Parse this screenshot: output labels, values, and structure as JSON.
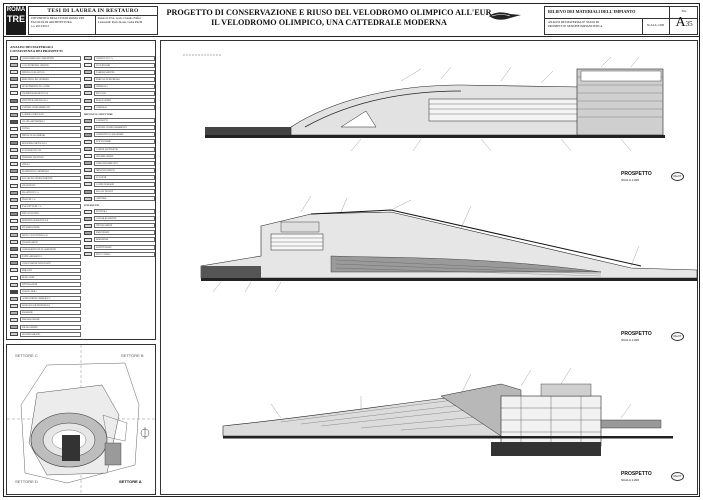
{
  "header": {
    "logo_top": "ROMA",
    "logo_bottom": "TRE",
    "thesis_label": "TESI DI LAUREA IN RESTAURO",
    "university_lines": [
      "UNIVERSITÀ DEGLI STUDI ROMA TRE",
      "FACOLTÀ DI ARCHITETTURA",
      "a.a. 2013/2014"
    ],
    "credits_lines": [
      "Relatori: Prof. Arch. Claudio Faffer",
      "Laureandi: Paolo Rossi, Luisa Pirelli"
    ],
    "title_line1": "PROGETTO DI CONSERVAZIONE E RIUSO DEL VELODROMO OLIMPICO ALL'EUR",
    "title_line2": "IL VELODROMO OLIMPICO, UNA CATTEDRALE MODERNA",
    "sheet_heading": "RILIEVO DEI MATERIALI DELL'IMPIANTO",
    "sheet_sub_lines": [
      "ANALISI DEI MATERIALI E STATO DI",
      "PROSPETTI E SEZIONE IMPIANTISTICA"
    ],
    "scale": "SCALA 1:200",
    "tav_label": "Tav.",
    "tav_letter": "A",
    "tav_number": "35"
  },
  "legend": {
    "heading_lines": [
      "ANALISI DEI MATERIALI",
      "CONSISTENZA DEI PROSPETTI"
    ],
    "col1": [
      {
        "t": "CONGLOMERATO CEMENTIZIO",
        "c": "#d8d8d8"
      },
      {
        "t": "CALCESTRUZZO ARMATO",
        "c": "#bcbcbc"
      },
      {
        "t": "INTONACO PLASTICO",
        "c": "#e9e9e9"
      },
      {
        "t": "MURATURA IN LATERIZIO",
        "c": "#9a9a9a"
      },
      {
        "t": "RIVESTIMENTO IN LASTRE",
        "c": "#cfcfcf"
      },
      {
        "t": "PAVIMENTAZIONE IN CLS",
        "c": "#f2f2f2"
      },
      {
        "t": "STRUTTURA METALLICA",
        "c": "#7a7a7a"
      },
      {
        "t": "PANNELLI PREFABBRICATI",
        "c": "#e0e0e0"
      },
      {
        "t": "LAMIERA ONDULATA",
        "c": "#aaaaaa"
      },
      {
        "t": "GUAINA BITUMINOSA",
        "c": "#555555"
      },
      {
        "t": "VETRO",
        "c": "#f6f6f6"
      },
      {
        "t": "INFISSI IN ALLUMINIO",
        "c": "#c4c4c4"
      },
      {
        "t": "RINGHIERA METALLICA",
        "c": "#888888"
      },
      {
        "t": "SCALINATA IN CLS",
        "c": "#dcdcdc"
      },
      {
        "t": "TERRENO VEGETALE",
        "c": "#b0b0b0"
      },
      {
        "t": "GHIAIA",
        "c": "#e6e6e6"
      },
      {
        "t": "ELEMENTI DI COPERTURA",
        "c": "#9c9c9c"
      },
      {
        "t": "SOLAIO IN LATEROCEMENTO",
        "c": "#d0d0d0"
      },
      {
        "t": "GRADONATA",
        "c": "#ececec"
      },
      {
        "t": "PILASTRI IN C.A.",
        "c": "#a0a0a0"
      },
      {
        "t": "TRAVI IN C.A.",
        "c": "#bdbdbd"
      },
      {
        "t": "PARAPETTO IN C.A.",
        "c": "#d6d6d6"
      },
      {
        "t": "PISTA IN LEGNO",
        "c": "#8e8e8e"
      },
      {
        "t": "DEPOSITO SUPERFICIALE",
        "c": "#f0f0f0"
      },
      {
        "t": "EFFLORESCENZE",
        "c": "#c8c8c8"
      },
      {
        "t": "DISTACCO DI INTONACO",
        "c": "#b8b8b8"
      },
      {
        "t": "FESSURAZIONI",
        "c": "#dedede"
      },
      {
        "t": "CORROSIONE DELLE ARMATURE",
        "c": "#777777"
      },
      {
        "t": "PATINA BIOLOGICA",
        "c": "#cacaca"
      },
      {
        "t": "VEGETAZIONE INFESTANTE",
        "c": "#999999"
      },
      {
        "t": "ERBACEE",
        "c": "#e4e4e4"
      },
      {
        "t": "MANCANZE",
        "c": "#ffffff"
      },
      {
        "t": "PITTURAZIONI",
        "c": "#d2d2d2"
      },
      {
        "t": "CROSTA NERA",
        "c": "#444444"
      },
      {
        "t": "ALTERAZIONE CROMATICA",
        "c": "#c0c0c0"
      },
      {
        "t": "DEGRADO DIFFERENZIALE",
        "c": "#dadada"
      },
      {
        "t": "EROSIONE",
        "c": "#b4b4b4"
      },
      {
        "t": "DISGREGAZIONE",
        "c": "#e2e2e2"
      },
      {
        "t": "ESFOLIAZIONE",
        "c": "#a8a8a8"
      },
      {
        "t": "RIGONFIAMENTO",
        "c": "#cccccc"
      }
    ],
    "col2_items_a": [
      {
        "t": "CORNICE IN C.A.",
        "c": "#d4d4d4"
      },
      {
        "t": "LUCERNARIO",
        "c": "#f4f4f4"
      },
      {
        "t": "TAMPONAMENTO",
        "c": "#bababa"
      },
      {
        "t": "PORTALE DI INGRESSO",
        "c": "#e8e8e8"
      },
      {
        "t": "GRONDAIA",
        "c": "#a4a4a4"
      },
      {
        "t": "PLUVIALI",
        "c": "#d8d8d8"
      },
      {
        "t": "MARCIAPIEDE",
        "c": "#c6c6c6"
      },
      {
        "t": "CORDOLO",
        "c": "#eaeaea"
      }
    ],
    "col2_sub_b": "IMPIANTI E STRUTTURE",
    "col2_items_b": [
      {
        "t": "CAVIDOTTI",
        "c": "#b2b2b2"
      },
      {
        "t": "PANNELLI FONOASSORBENTI",
        "c": "#dddddd"
      },
      {
        "t": "CONDOTTE DI AERAZIONE",
        "c": "#9e9e9e"
      },
      {
        "t": "PIATTAFORME",
        "c": "#e5e5e5"
      },
      {
        "t": "CABINE ELETTRICHE",
        "c": "#c2c2c2"
      },
      {
        "t": "ILLUMINAZIONE",
        "c": "#f1f1f1"
      },
      {
        "t": "CORPI ILLUMINANTI",
        "c": "#a6a6a6"
      },
      {
        "t": "IMPIANTO IDRICO",
        "c": "#d9d9d9"
      },
      {
        "t": "SCARICHI",
        "c": "#bfbfbf"
      },
      {
        "t": "CANNE FUMARIE",
        "c": "#e1e1e1"
      },
      {
        "t": "LOCALI TECNICI",
        "c": "#9b9b9b"
      },
      {
        "t": "ANTENNE",
        "c": "#cdcdcd"
      }
    ],
    "col2_sub_c": "INTERVENTI",
    "col2_items_c": [
      {
        "t": "PULITURA",
        "c": "#ebebeb"
      },
      {
        "t": "CONSOLIDAMENTO",
        "c": "#b6b6b6"
      },
      {
        "t": "INTEGRAZIONE",
        "c": "#d3d3d3"
      },
      {
        "t": "PROTEZIONE",
        "c": "#a2a2a2"
      },
      {
        "t": "RIMOZIONE",
        "c": "#e7e7e7"
      },
      {
        "t": "SOSTITUZIONE",
        "c": "#c3c3c3"
      },
      {
        "t": "STUCCATURA",
        "c": "#dbdbdb"
      }
    ]
  },
  "keyplan": {
    "sector_b": "SETTORE B",
    "sector_c": "SETTORE C",
    "sector_d": "SETTORE D",
    "sector_a": "SETTORE A"
  },
  "drawings": {
    "prospetto1_title": "PROSPETTO",
    "prospetto1_scale": "SCALA 1:200",
    "prospetto2_title": "PROSPETTO",
    "prospetto2_scale": "SCALA 1:200",
    "prospetto3_title": "PROSPETTO",
    "prospetto3_scale": "SCALA 1:200",
    "north_label": "Ma Pr"
  },
  "colors": {
    "ink": "#222222",
    "hatch": "#555555",
    "dark_fill": "#333333"
  }
}
